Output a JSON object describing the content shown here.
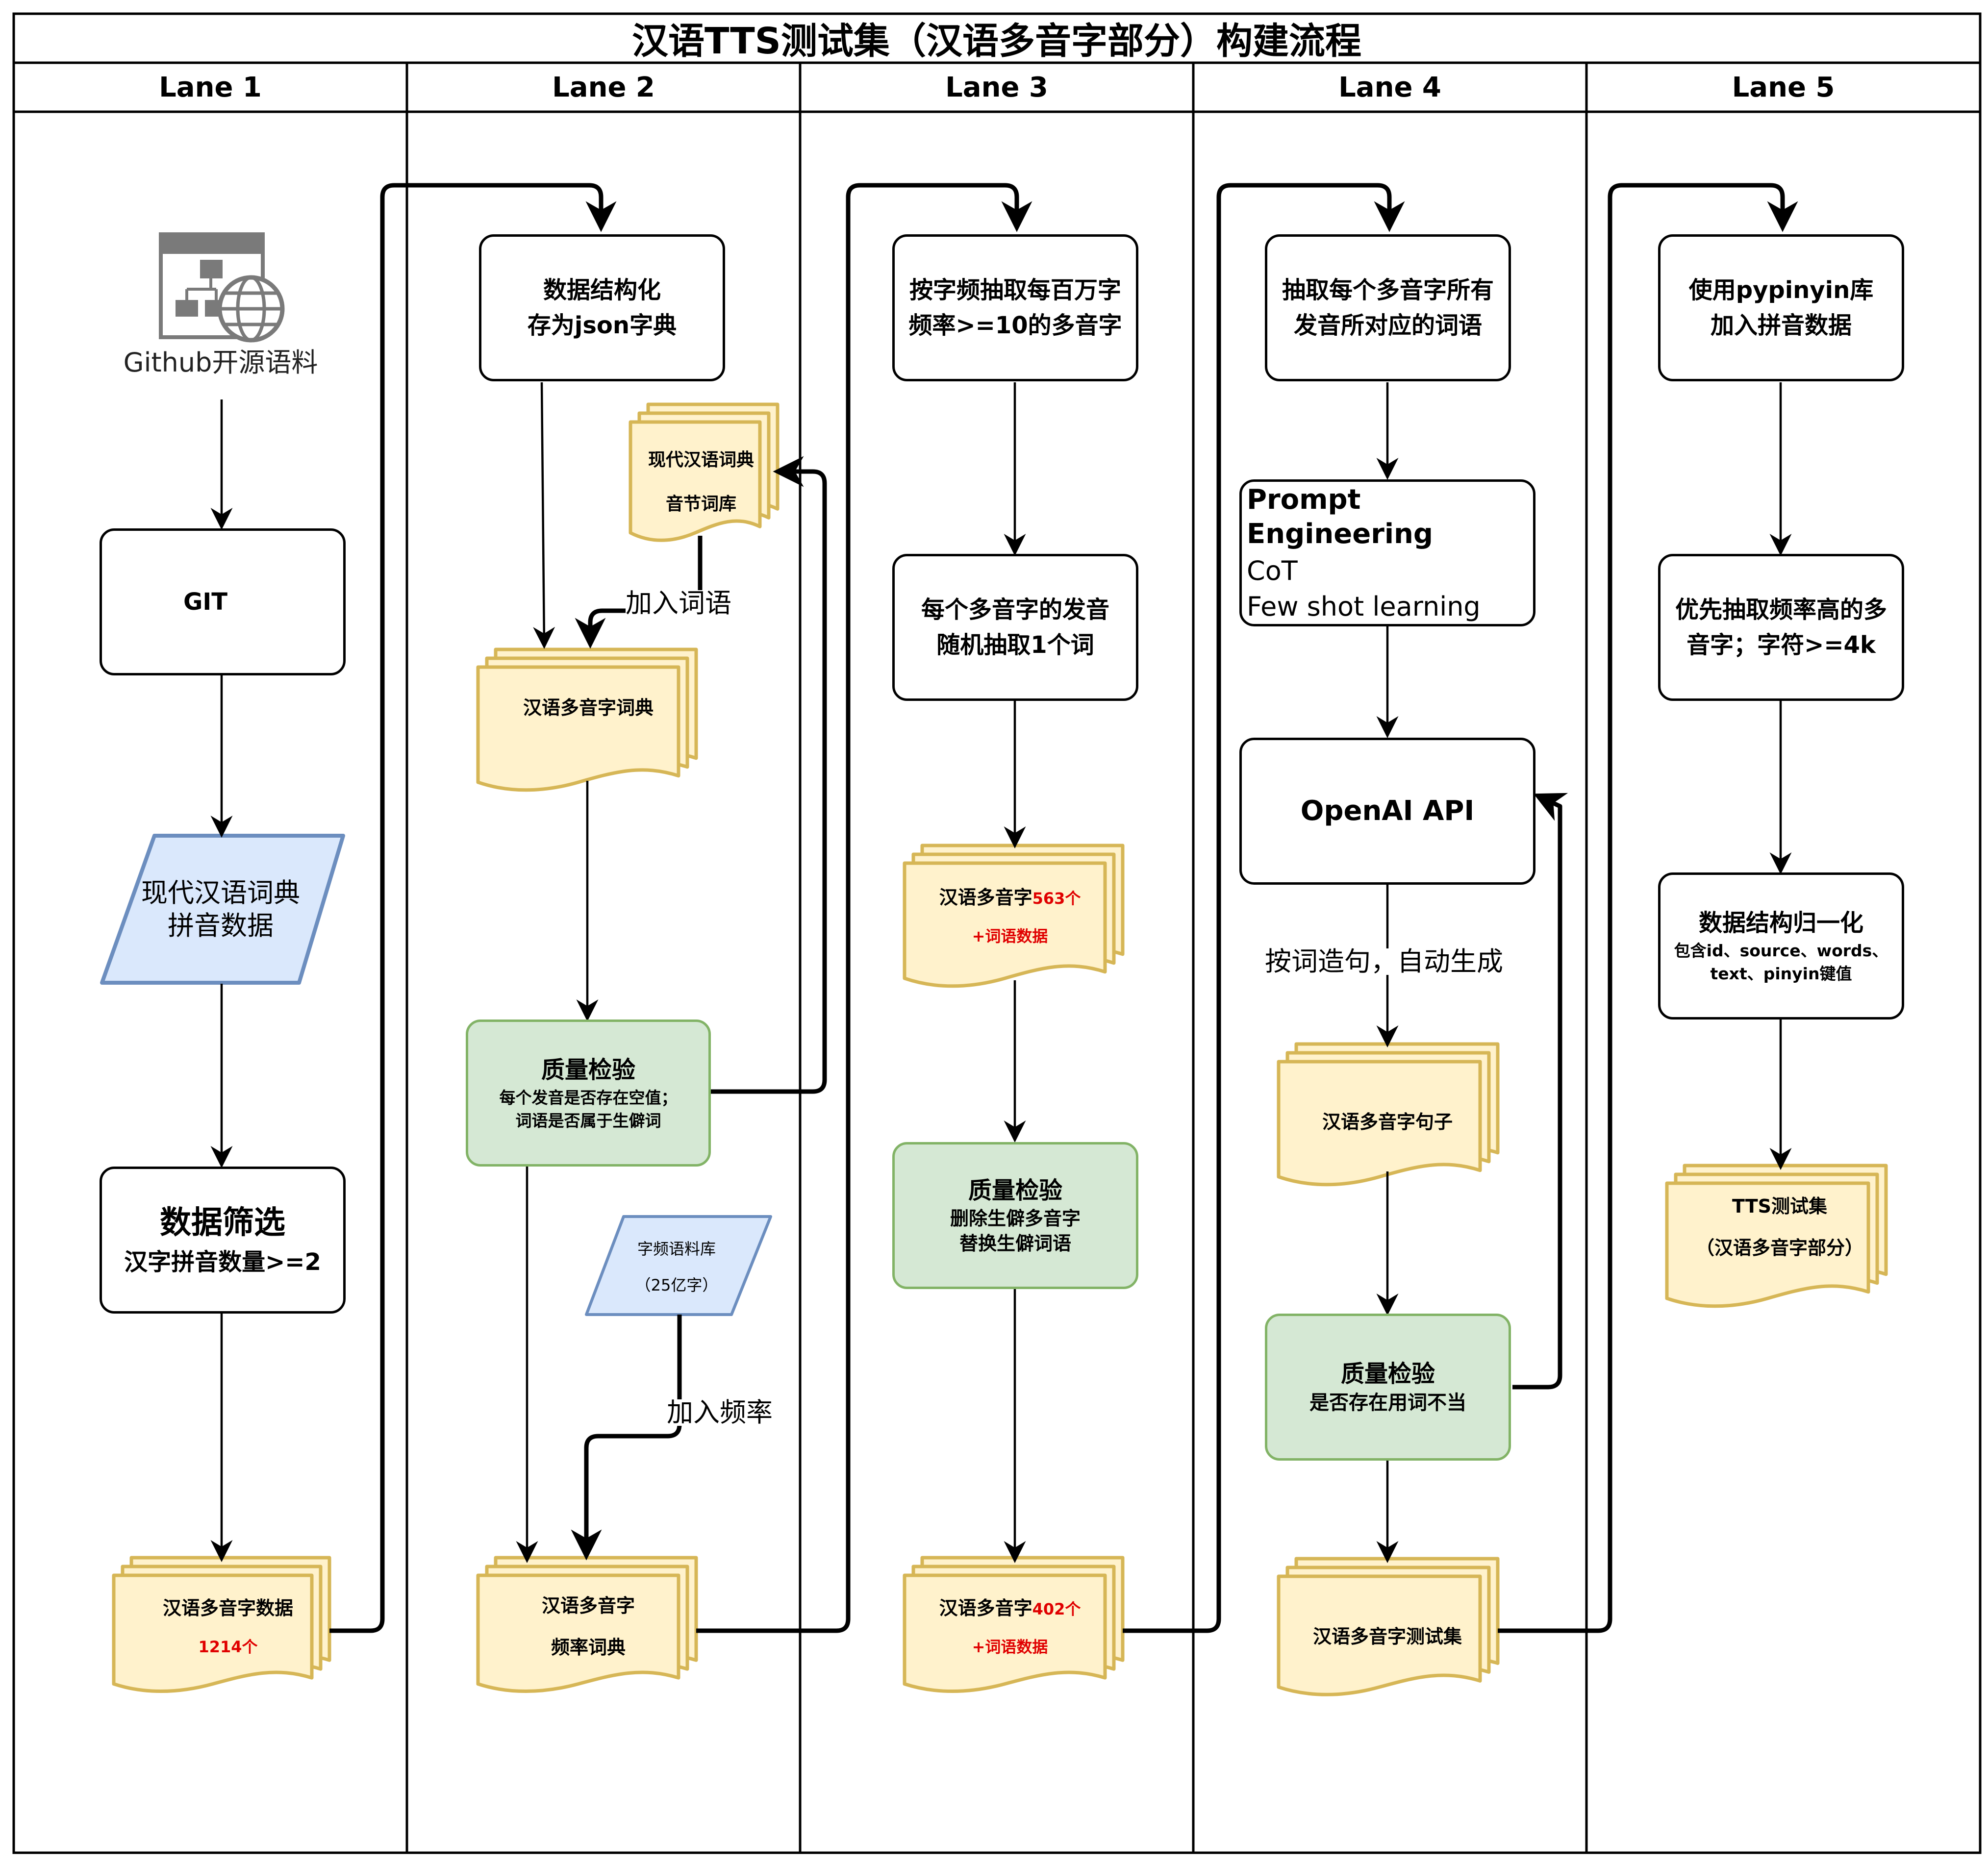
{
  "title": "汉语TTS测试集（汉语多音字部分）构建流程",
  "lanes": [
    "Lane 1",
    "Lane 2",
    "Lane 3",
    "Lane 4",
    "Lane 5"
  ],
  "lane1": {
    "source_label": "Github开源语料",
    "git_label": "GIT",
    "git_icon": "download-icon",
    "pinyin_data": [
      "现代汉语词典",
      "拼音数据"
    ],
    "filter_title": "数据筛选",
    "filter_desc": "汉字拼音数量>=2",
    "output_title": "汉语多音字数据",
    "output_count": "1214个"
  },
  "lane2": {
    "structure": [
      "数据结构化",
      "存为json字典"
    ],
    "dict_source": [
      "现代汉语词典",
      "音节词库"
    ],
    "add_words_label": "加入词语",
    "poly_dict": "汉语多音字词典",
    "check_title": "质量检验",
    "check_desc": [
      "每个发音是否存在空值；",
      "词语是否属于生僻词"
    ],
    "freq_corpus": [
      "字频语料库",
      "（25亿字）"
    ],
    "add_freq_label": "加入频率",
    "output": [
      "汉语多音字",
      "频率词典"
    ]
  },
  "lane3": {
    "extract": [
      "按字频抽取每百万字",
      "频率>=10的多音字"
    ],
    "sample": [
      "每个多音字的发音",
      "随机抽取1个词"
    ],
    "mid_doc_prefix": "汉语多音字",
    "mid_doc_count": "563个",
    "mid_doc_suffix": "+词语数据",
    "check_title": "质量检验",
    "check_desc": [
      "删除生僻多音字",
      "替换生僻词语"
    ],
    "out_doc_prefix": "汉语多音字",
    "out_doc_count": "402个",
    "out_doc_suffix": "+词语数据"
  },
  "lane4": {
    "extract": [
      "抽取每个多音字所有",
      "发音所对应的词语"
    ],
    "prompt_title": "Prompt Engineering",
    "prompt_lines": [
      "CoT",
      "Few shot learning"
    ],
    "api": "OpenAI API",
    "gen_label": "按词造句，自动生成",
    "sentences": "汉语多音字句子",
    "check_title": "质量检验",
    "check_desc": "是否存在用词不当",
    "output": "汉语多音字测试集"
  },
  "lane5": {
    "pinyin": [
      "使用pypinyin库",
      "加入拼音数据"
    ],
    "priority": [
      "优先抽取频率高的多",
      "音字；字符>=4k"
    ],
    "normalize_title": "数据结构归一化",
    "normalize_desc": [
      "包含id、source、words、",
      "text、pinyin键值"
    ],
    "output": [
      "TTS测试集",
      "（汉语多音字部分）"
    ]
  },
  "colors": {
    "check_fill": "#d5e8d4",
    "check_stroke": "#82b366",
    "doc_fill": "#fff2cc",
    "doc_stroke": "#d6b656",
    "data_fill": "#dae8fc",
    "data_stroke": "#6c8ebf",
    "highlight": "#e00000"
  },
  "icons": [
    "website-structure-icon",
    "globe-icon",
    "download-icon"
  ]
}
